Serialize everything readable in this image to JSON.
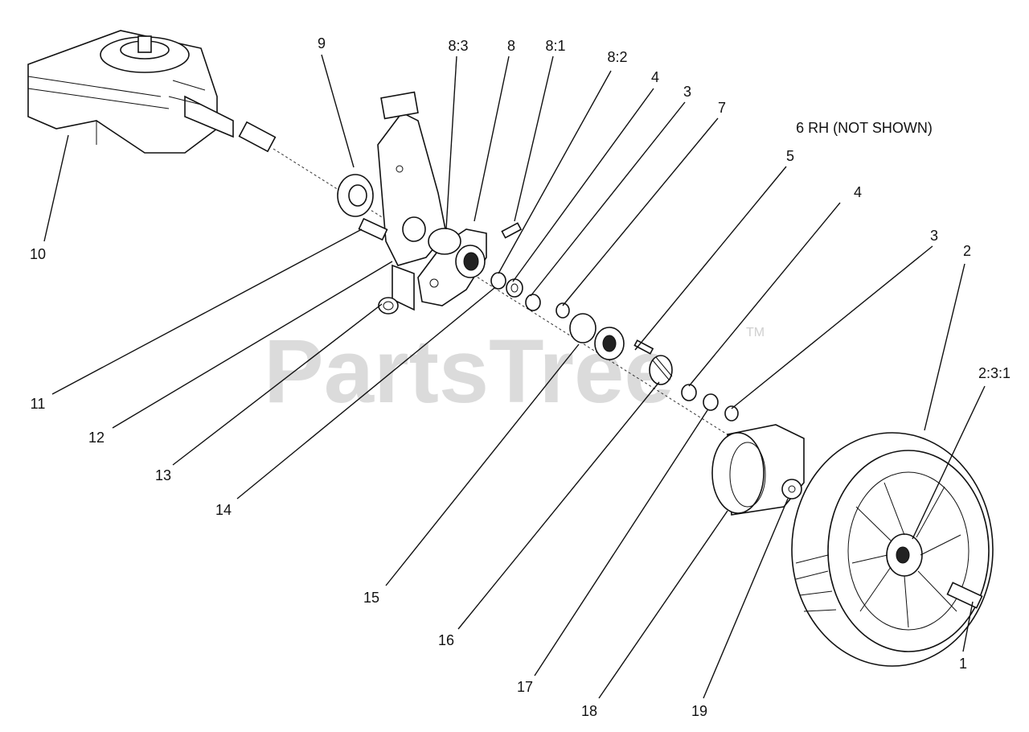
{
  "watermark": {
    "text": "PartsTree",
    "tm": "TM"
  },
  "note": "6 RH (NOT SHOWN)",
  "callouts": {
    "c_9": "9",
    "c_8_3": "8:3",
    "c_8": "8",
    "c_8_1": "8:1",
    "c_8_2": "8:2",
    "c_4_top": "4",
    "c_3_top": "3",
    "c_7": "7",
    "c_5": "5",
    "c_4_mid": "4",
    "c_3_mid": "3",
    "c_2": "2",
    "c_2_3_1": "2:3:1",
    "c_10": "10",
    "c_11": "11",
    "c_12": "12",
    "c_13": "13",
    "c_14": "14",
    "c_15": "15",
    "c_16": "16",
    "c_17": "17",
    "c_18": "18",
    "c_19": "19",
    "c_1": "1"
  }
}
